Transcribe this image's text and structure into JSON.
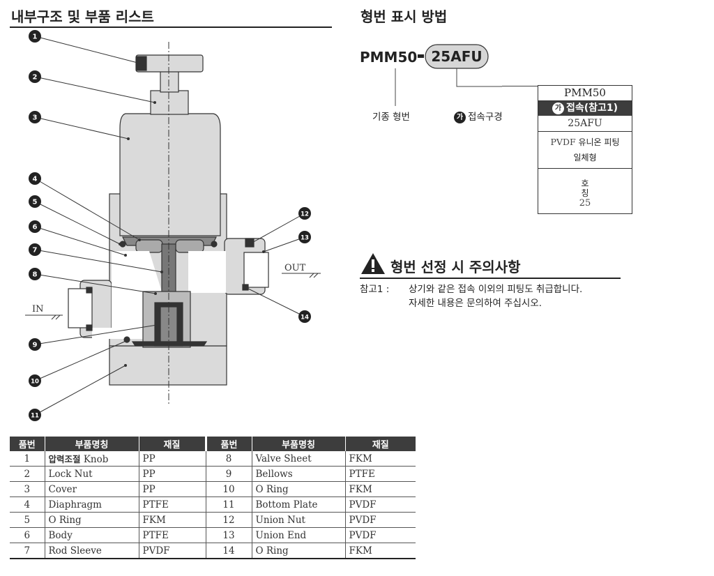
{
  "left_section": {
    "title": "내부구조 및 부품 리스트"
  },
  "right_section": {
    "title": "형번 표시 방법"
  },
  "diagram": {
    "callouts": [
      "1",
      "2",
      "3",
      "4",
      "5",
      "6",
      "7",
      "8",
      "9",
      "10",
      "11",
      "12",
      "13",
      "14"
    ],
    "in_label": "IN",
    "out_label": "OUT"
  },
  "model_code": {
    "base": "PMM50",
    "dash": "-",
    "suffix": "25AFU",
    "label_base": "기종 형번",
    "label_connection": "접속구경",
    "ga_symbol": "가"
  },
  "code_box": {
    "header": "PMM50",
    "selector": "접속(참고1)",
    "code": "25AFU",
    "desc_line1_prefix": "PVDF",
    "desc_line1_suffix": "유니온 피팅",
    "desc_line2": "일체형",
    "size_char1": "호",
    "size_char2": "칭",
    "size_value": "25"
  },
  "caution": {
    "title": "형번 선정 시 주의사항",
    "note_label": "참고1 :",
    "line1": "상기와 같은 접속 이외의 피팅도 취급합니다.",
    "line2": "자세한 내용은 문의하여 주십시오."
  },
  "parts_table": {
    "headers": [
      "품번",
      "부품명칭",
      "재질",
      "품번",
      "부품명칭",
      "재질"
    ],
    "rows": [
      {
        "no1": "1",
        "name1_ko": "압력조절",
        "name1": "Knob",
        "mat1": "PP",
        "no2": "8",
        "name2": "Valve Sheet",
        "mat2": "FKM"
      },
      {
        "no1": "2",
        "name1_ko": "",
        "name1": "Lock Nut",
        "mat1": "PP",
        "no2": "9",
        "name2": "Bellows",
        "mat2": "PTFE"
      },
      {
        "no1": "3",
        "name1_ko": "",
        "name1": "Cover",
        "mat1": "PP",
        "no2": "10",
        "name2": "O Ring",
        "mat2": "FKM"
      },
      {
        "no1": "4",
        "name1_ko": "",
        "name1": "Diaphragm",
        "mat1": "PTFE",
        "no2": "11",
        "name2": "Bottom Plate",
        "mat2": "PVDF"
      },
      {
        "no1": "5",
        "name1_ko": "",
        "name1": "O Ring",
        "mat1": "FKM",
        "no2": "12",
        "name2": "Union Nut",
        "mat2": "PVDF"
      },
      {
        "no1": "6",
        "name1_ko": "",
        "name1": "Body",
        "mat1": "PTFE",
        "no2": "13",
        "name2": "Union End",
        "mat2": "PVDF"
      },
      {
        "no1": "7",
        "name1_ko": "",
        "name1": "Rod Sleeve",
        "mat1": "PVDF",
        "no2": "14",
        "name2": "O Ring",
        "mat2": "FKM"
      }
    ]
  },
  "colors": {
    "dark_header": "#3d3d3d",
    "body_gray": "#d9d9d9",
    "text": "#222222"
  }
}
